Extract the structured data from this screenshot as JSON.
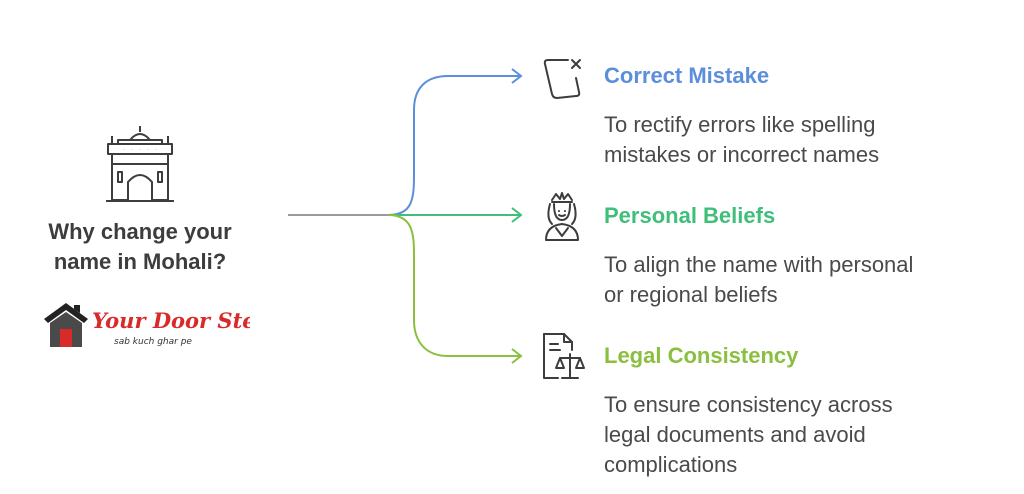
{
  "root": {
    "title_lines": [
      "Why change your",
      "name in Mohali?"
    ]
  },
  "logo": {
    "brand": "Your Door Step",
    "tagline": "sab kuch ghar pe"
  },
  "colors": {
    "blue": "#5b8fdc",
    "green": "#3fbf7a",
    "lime": "#8bbf3f",
    "stem": "#9a9a9a",
    "icon": "#3d3d3d",
    "logo_red": "#d92a2a"
  },
  "branches": [
    {
      "title": "Correct Mistake",
      "icon": "square-x-icon",
      "description_lines": [
        "To rectify errors like spelling",
        "mistakes or incorrect names"
      ]
    },
    {
      "title": "Personal Beliefs",
      "icon": "goddess-icon",
      "description_lines": [
        "To align the name with personal",
        "or regional beliefs"
      ]
    },
    {
      "title": "Legal Consistency",
      "icon": "legal-document-scale-icon",
      "description_lines": [
        "To ensure consistency across",
        "legal documents and avoid",
        "complications"
      ]
    }
  ]
}
